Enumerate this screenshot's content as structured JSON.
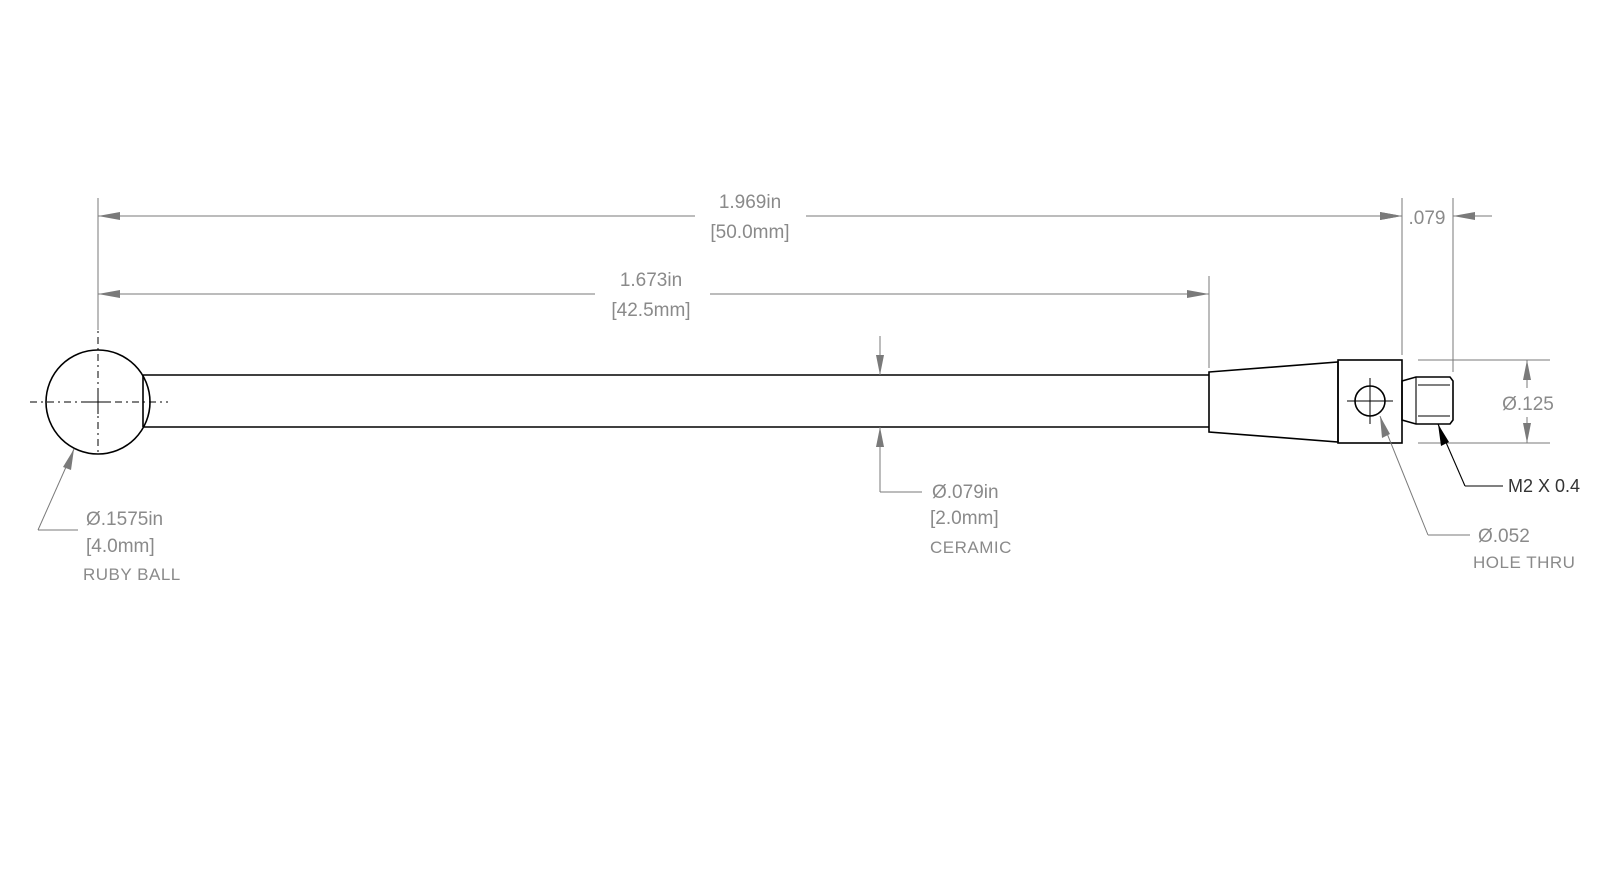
{
  "dimensions": {
    "overall_length": {
      "inch": "1.969in",
      "mm": "[50.0mm]"
    },
    "stem_length": {
      "inch": "1.673in",
      "mm": "[42.5mm]"
    },
    "thread_length": {
      "inch": ".079"
    },
    "body_diameter": {
      "inch": "Ø.125"
    }
  },
  "callouts": {
    "ball": {
      "diameter": "Ø.1575in",
      "mm": "[4.0mm]",
      "material": "RUBY BALL"
    },
    "stem": {
      "diameter": "Ø.079in",
      "mm": "[2.0mm]",
      "material": "CERAMIC"
    },
    "hole": {
      "diameter": "Ø.052",
      "note": "HOLE THRU"
    },
    "thread": {
      "spec": "M2 X 0.4"
    }
  }
}
